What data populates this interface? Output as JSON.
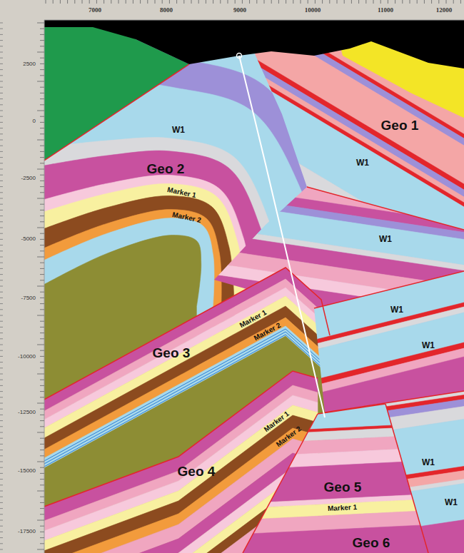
{
  "diagram": {
    "labels": [
      "7000",
      "8000",
      "9000",
      "10000",
      "11000",
      "12000",
      "2500",
      "0",
      "-2500",
      "-5000",
      "-7500",
      "-10000",
      "-12500",
      "-15000",
      "-17500",
      "W1",
      "Geo 1",
      "W1",
      "Geo 2",
      "Marker 1",
      "Marker 2",
      "W1",
      "Marker 1",
      "W1",
      "Marker 2",
      "W1",
      "Geo 3",
      "Marker 1",
      "Marker 2",
      "W1",
      "Geo 4",
      "Geo 5",
      "W1",
      "Marker 1",
      "Geo 6"
    ]
  }
}
